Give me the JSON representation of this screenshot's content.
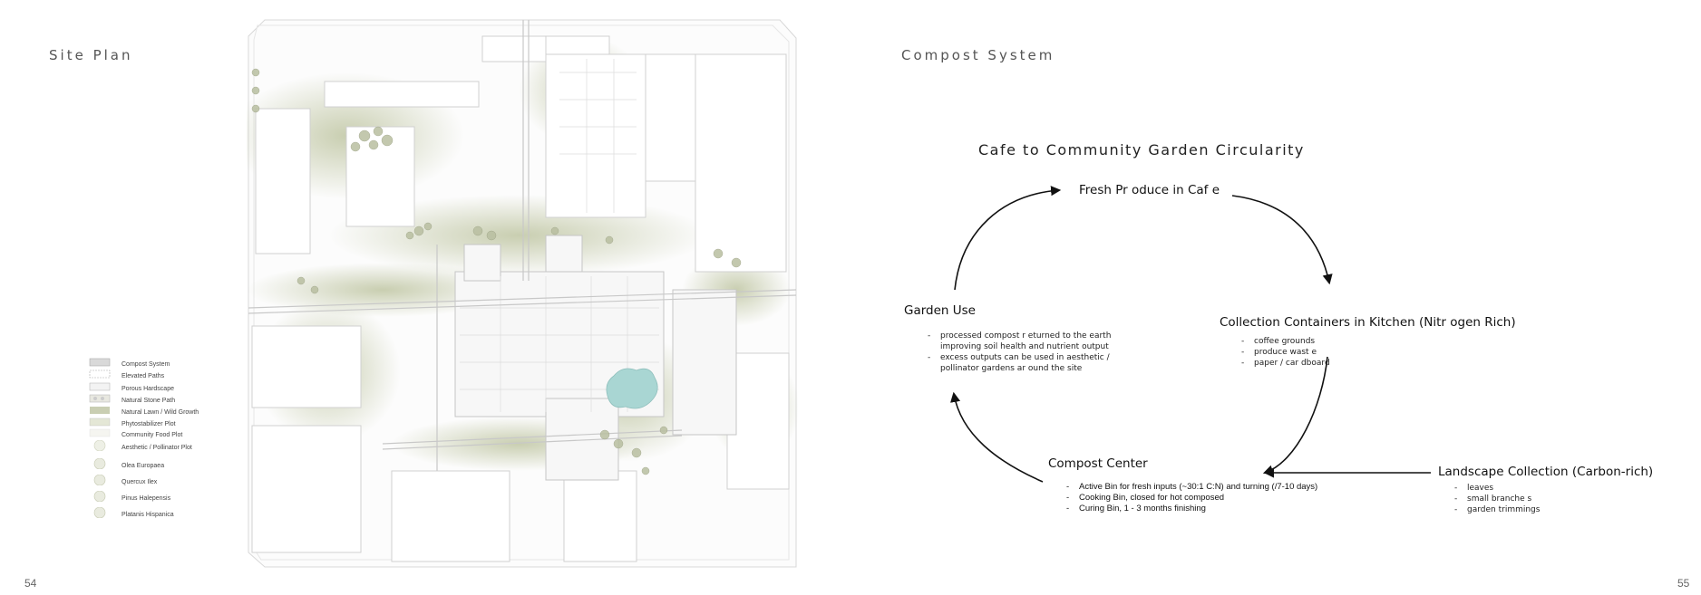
{
  "left_page": {
    "heading": "Site Plan",
    "page_number": "54",
    "legend": [
      {
        "label": "Compost System",
        "icon": "compost-swatch"
      },
      {
        "label": "Elevated Paths",
        "icon": "elevated-path-swatch"
      },
      {
        "label": "Porous Hardscape",
        "icon": "porous-hardscape-swatch"
      },
      {
        "label": "Natural Stone Path",
        "icon": "stone-path-swatch"
      },
      {
        "label": "Natural Lawn / Wild Growth",
        "icon": "lawn-swatch"
      },
      {
        "label": "Phytostabilizer Plot",
        "icon": "phytostabilizer-swatch"
      },
      {
        "label": "Community Food Plot",
        "icon": "food-plot-swatch"
      },
      {
        "label": "Aesthetic / Pollinator Plot",
        "icon": "pollinator-swatch"
      },
      {
        "label": "Olea Europaea",
        "icon": "tree-icon"
      },
      {
        "label": "Quercux Ilex",
        "icon": "tree-icon"
      },
      {
        "label": "Pinus Halepensis",
        "icon": "tree-icon"
      },
      {
        "label": "Platanis Hispanica",
        "icon": "tree-icon"
      }
    ]
  },
  "right_page": {
    "heading": "Compost System",
    "page_number": "55",
    "diagram_title": "Cafe to Community Garden Circularity",
    "nodes": {
      "fresh_produce": {
        "title": "Fresh Pr oduce in Caf e"
      },
      "collection": {
        "title": "Collection Containers in Kitchen (Nitr  ogen Rich)",
        "items": [
          "coffee grounds",
          "produce wast e",
          "paper / car dboard"
        ]
      },
      "compost_center": {
        "title": "Compost Center",
        "items": [
          "Active Bin for fresh inputs (~30:1 C:N) and turning (/7-10 days)",
          "Cooking Bin, closed for hot composed",
          "Curing Bin, 1 - 3 months finishing"
        ]
      },
      "garden_use": {
        "title": "Garden Use",
        "items": [
          "processed compost r  eturned to the earth improving soil health and nutrient output",
          "excess outputs can be used in aesthetic / pollinator gardens ar ound the site"
        ]
      },
      "landscape": {
        "title": "Landscape Collection (Carbon-rich)",
        "items": [
          "leaves",
          "small branche s",
          "garden trimmings"
        ]
      }
    }
  },
  "colors": {
    "sage": "#c9ceb2",
    "sage_light": "#e4e7d6",
    "line": "#bdbdbd",
    "water": "#a9d6d3",
    "arrow": "#111111"
  }
}
